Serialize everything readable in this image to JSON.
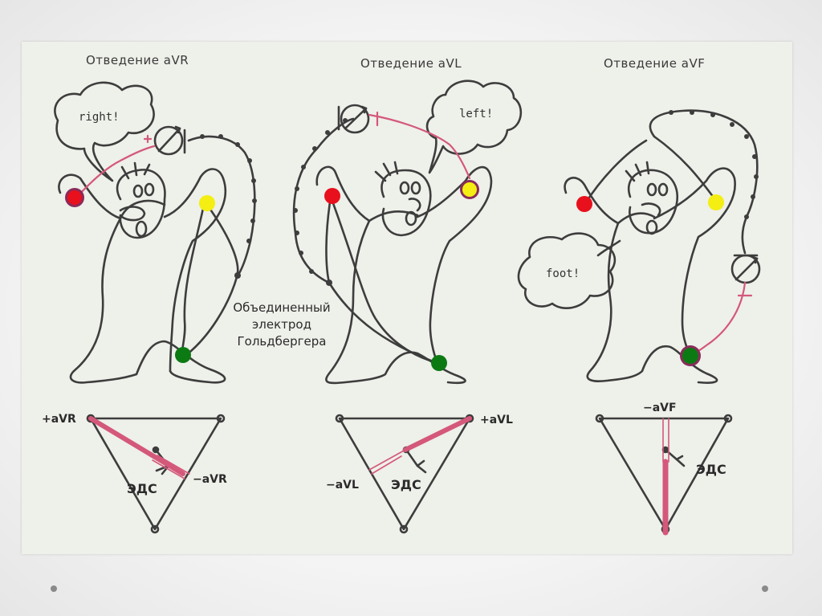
{
  "panels": [
    {
      "title": "Отведение aVR",
      "speech": "right!",
      "plus_label": "+aVR",
      "minus_label": "−aVR",
      "emf_label": "ЭДС"
    },
    {
      "title": "Отведение aVL",
      "speech": "left!",
      "plus_label": "+aVL",
      "minus_label": "−aVL",
      "emf_label": "ЭДС"
    },
    {
      "title": "Отведение aVF",
      "speech": "foot!",
      "minus_label": "−aVF",
      "emf_label": "ЭДС"
    }
  ],
  "center_caption": {
    "line1": "Объединенный",
    "line2": "электрод",
    "line3": "Гольдбергера"
  },
  "colors": {
    "background": "#eef0ea",
    "line": "#3d3d3d",
    "lead_wire": "#d4587a",
    "electrode_red": "#e8101c",
    "electrode_yellow": "#f4ee12",
    "electrode_green": "#0c7a13",
    "electrode_ring": "#8a2b5a"
  },
  "icons": [
    "galvanometer-icon",
    "speech-bubble-icon",
    "electrode-icon"
  ]
}
